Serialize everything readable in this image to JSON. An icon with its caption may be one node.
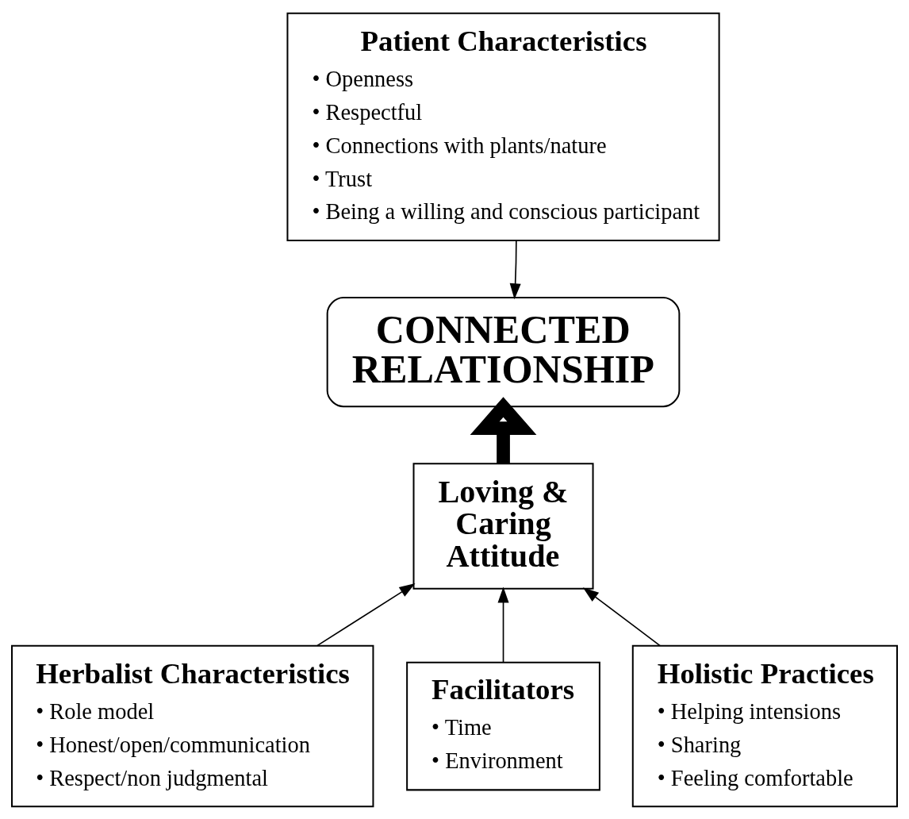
{
  "diagram": {
    "nodes": [
      {
        "text": [
          "Patient Characteristics",
          "• Openness",
          "• Respectful",
          "• Connections with plants/nature",
          "• Trust",
          "• Being a willing and conscious participant"
        ]
      },
      {
        "text": [
          "CONNECTED RELATIONSHIP"
        ]
      },
      {
        "text": [
          "Loving & Caring Attitude"
        ]
      },
      {
        "text": [
          "Herbalist Characteristics",
          "• Role model",
          "• Honest/open/communication",
          "• Respect/non judgmental"
        ]
      },
      {
        "text": [
          "Facilitators",
          "• Time",
          "• Environment"
        ]
      },
      {
        "text": [
          "Holistic Practices",
          "• Helping intensions",
          "• Sharing",
          "• Feeling comfortable"
        ]
      }
    ],
    "edges": [
      {
        "from": 0,
        "to": 1,
        "arrow": "to"
      },
      {
        "from": 2,
        "to": 1,
        "arrow": "to",
        "style": "thick"
      },
      {
        "from": 3,
        "to": 2,
        "arrow": "to"
      },
      {
        "from": 4,
        "to": 2,
        "arrow": "to"
      },
      {
        "from": 5,
        "to": 2,
        "arrow": "to"
      }
    ]
  }
}
